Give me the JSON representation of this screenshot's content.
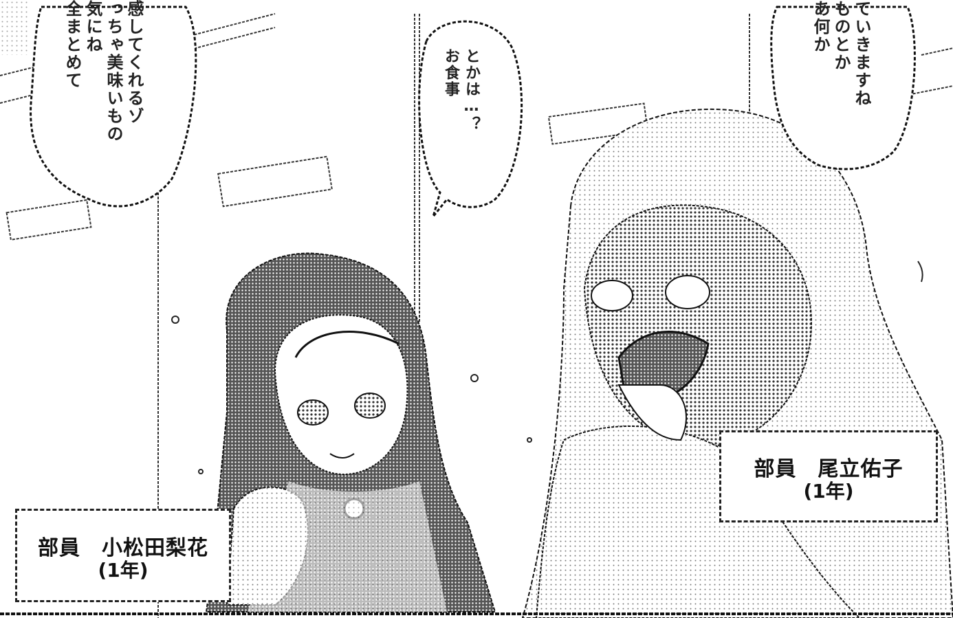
{
  "speech_bubbles": [
    {
      "id": "left",
      "lines": [
        "全まとめて",
        "気にね",
        "っちゃ美味いもの",
        "感してくれるゾ"
      ]
    },
    {
      "id": "middle",
      "lines": [
        "お食事",
        "とかは…？"
      ]
    },
    {
      "id": "right",
      "lines": [
        "あ何か",
        "ものとか",
        "ていきますね"
      ]
    }
  ],
  "captions": [
    {
      "id": "komatsuda",
      "role": "部員",
      "name": "小松田梨花",
      "grade": "(1年)"
    },
    {
      "id": "odate",
      "role": "部員",
      "name": "尾立佑子",
      "grade": "(1年)"
    }
  ],
  "colors": {
    "ink": "#111111",
    "paper": "#ffffff",
    "screentone": "#8a8a8a"
  }
}
